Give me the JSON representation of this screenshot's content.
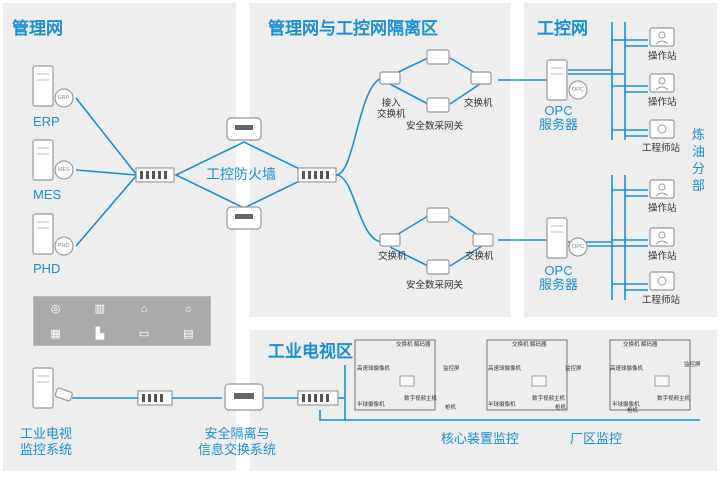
{
  "zones": {
    "management": "管理网",
    "isolation": "管理网与工控网隔离区",
    "industrial": "工控网",
    "tv": "工业电视区"
  },
  "management_nodes": [
    {
      "label": "ERP",
      "badge": "ERP"
    },
    {
      "label": "MES",
      "badge": "MES"
    },
    {
      "label": "PHD",
      "badge": "PHD"
    }
  ],
  "firewall_label": "工控防火墙",
  "isolation_labels": {
    "access_switch": "接入\n交换机",
    "switch_top": "交换机",
    "gateway_top": "安全数采网关",
    "switch_bl": "交换机",
    "switch_br": "交换机",
    "gateway_bottom": "安全数采网关"
  },
  "opc": {
    "label": "OPC\n服务器",
    "badge": "OPC"
  },
  "stations": {
    "operator": "操作站",
    "engineer": "工程师站"
  },
  "refinery_label": "炼\n油\n分\n部",
  "tv_system_label": "工业电视\n监控系统",
  "security_exchange_label": "安全隔离与\n信息交换系统",
  "tv_bottom_labels": {
    "core": "核心装置监控",
    "plant": "厂区监控"
  },
  "camera_cluster": {
    "top": "交换机  解码器",
    "dome": "高速球摄像机",
    "fixed": "半球摄像机",
    "monitor": "监控屏",
    "gun": "枪机",
    "nvr": "数字视频主机"
  },
  "colors": {
    "line": "#1a8fd6",
    "zone_bg": "#eeeeee",
    "device_gray": "#8a8a8a"
  }
}
